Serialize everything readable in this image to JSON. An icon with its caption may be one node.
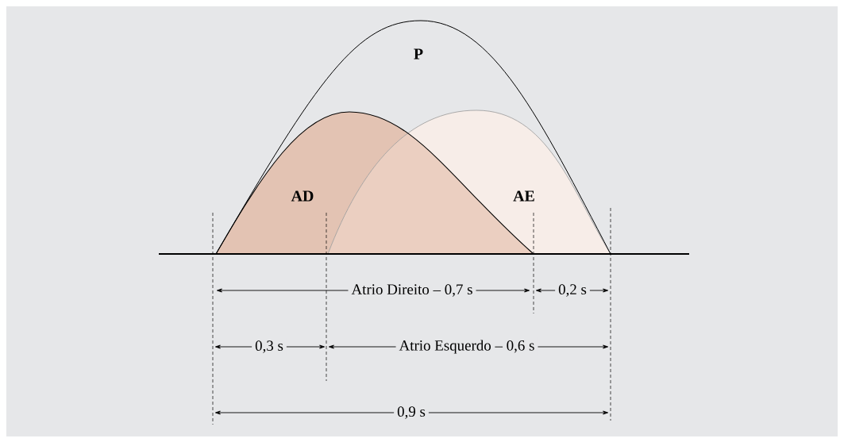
{
  "diagram": {
    "labels": [
      "P",
      "AD",
      "AE",
      "Atrio Direito – 0,7 s",
      "0,2 s",
      "0,3 s",
      "Atrio Esquerdo – 0,6 s",
      "0,9 s"
    ]
  }
}
